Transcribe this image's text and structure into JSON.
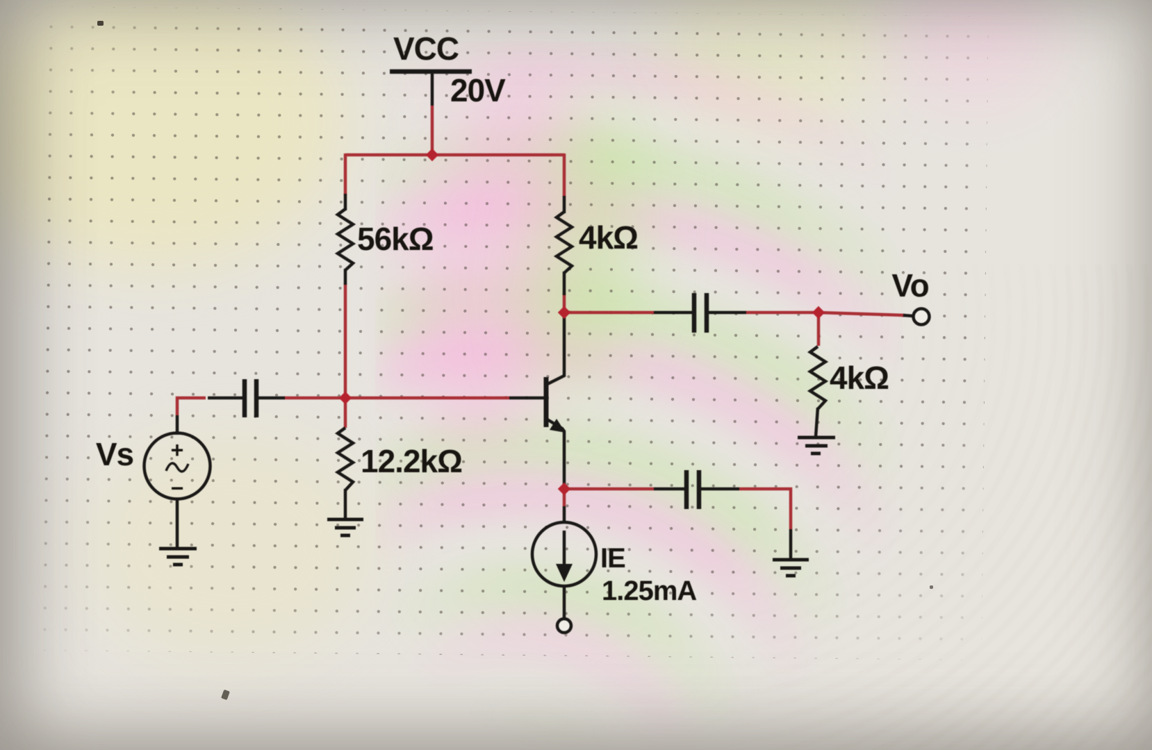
{
  "schematic": {
    "supply": {
      "name": "VCC",
      "value": "20V"
    },
    "resistors": {
      "bias_upper": {
        "value": "56kΩ"
      },
      "collector": {
        "value": "4kΩ"
      },
      "bias_lower": {
        "value": "12.2kΩ"
      },
      "load": {
        "value": "4kΩ"
      }
    },
    "input_source": {
      "name": "Vs",
      "plus_sign": "+",
      "minus_sign": "−"
    },
    "current_source": {
      "name": "IE",
      "value": "1.25mA"
    },
    "output": {
      "name": "Vo"
    },
    "colors": {
      "wire": "#a93036",
      "junction": "#b5232f",
      "ink": "#1b1917",
      "canvas": "#e7e4de"
    }
  }
}
